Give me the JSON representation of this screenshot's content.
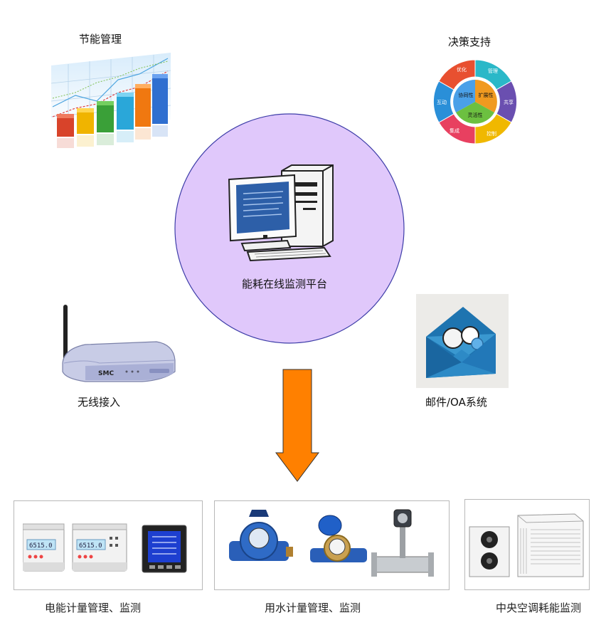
{
  "center": {
    "label": "能耗在线监测平台"
  },
  "nodes": {
    "energy_mgmt": "节能管理",
    "decision": "决策支持",
    "wireless": "无线接入",
    "mail": "邮件/OA系统"
  },
  "decision_wheel": {
    "center_items": [
      "协同性",
      "扩展性",
      "灵活性"
    ],
    "ring_items": [
      "优化",
      "管理",
      "共享",
      "控制",
      "集成",
      "互动"
    ]
  },
  "router": {
    "brand": "SMC"
  },
  "meters": {
    "display": "6515.0"
  },
  "bottom": {
    "electric": "电能计量管理、监测",
    "water": "用水计量管理、监测",
    "hvac": "中央空调耗能监测"
  },
  "colors": {
    "circle_fill": "#e0c8fb",
    "circle_stroke": "#3d3da8",
    "arrow": "#ff8000"
  }
}
